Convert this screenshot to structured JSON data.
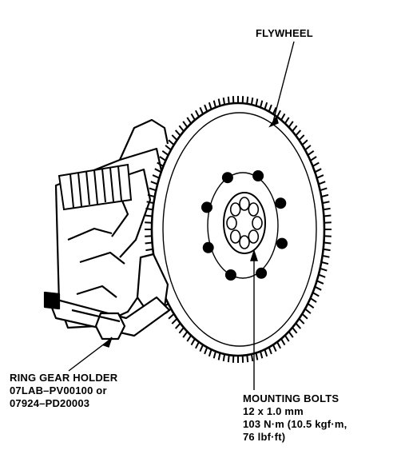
{
  "labels": {
    "flywheel": "FLYWHEEL",
    "ring_gear_holder": {
      "line1": "RING GEAR HOLDER",
      "line2": "07LAB–PV00100 or",
      "line3": "07924–PD20003"
    },
    "mounting_bolts": {
      "line1": "MOUNTING BOLTS",
      "line2": "12 x 1.0 mm",
      "line3": "103 N·m (10.5 kgf·m,",
      "line4": "76 lbf·ft)"
    }
  },
  "colors": {
    "ink": "#000000",
    "paper": "#ffffff"
  }
}
